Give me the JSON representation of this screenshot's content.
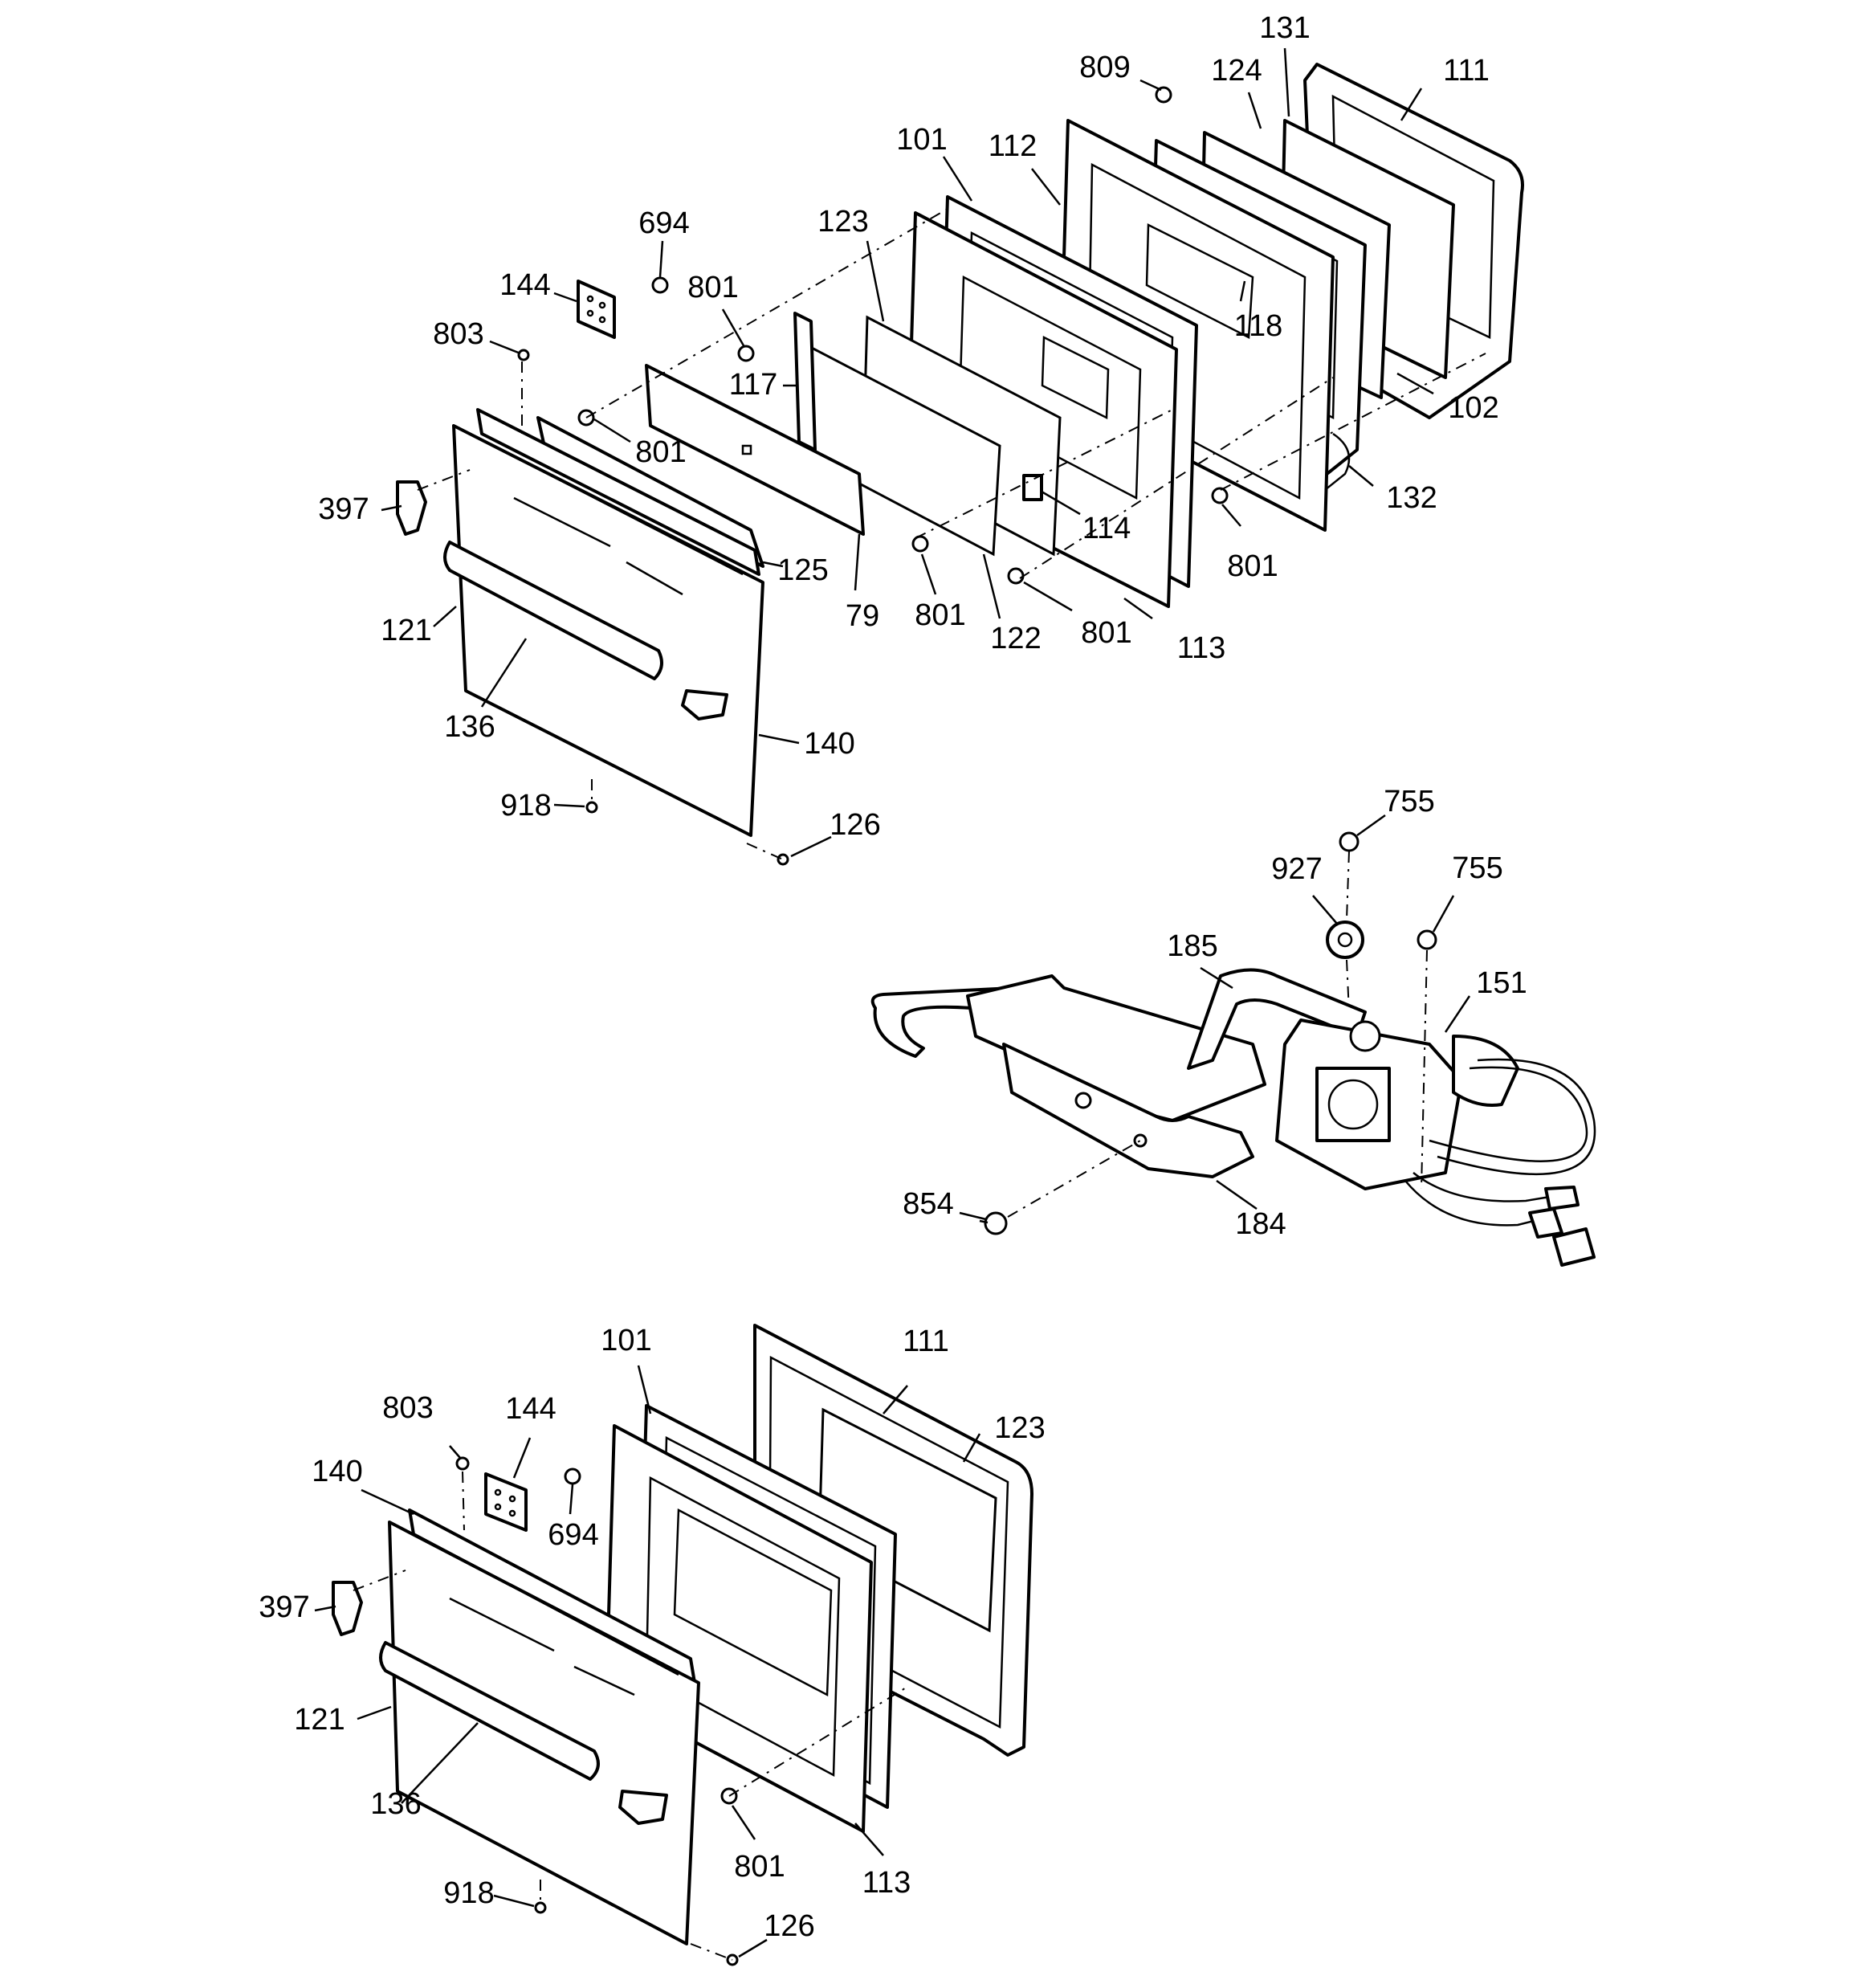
{
  "part_labels": {
    "upper_door": [
      "809",
      "131",
      "124",
      "111",
      "101",
      "112",
      "694",
      "123",
      "144",
      "801",
      "803",
      "118",
      "117",
      "801",
      "102",
      "397",
      "125",
      "114",
      "132",
      "801",
      "79",
      "801",
      "122",
      "801",
      "113",
      "121",
      "136",
      "140",
      "918",
      "126"
    ],
    "motor_assembly": [
      "755",
      "927",
      "755",
      "185",
      "151",
      "854",
      "184"
    ],
    "lower_door": [
      "101",
      "111",
      "803",
      "144",
      "123",
      "140",
      "694",
      "397",
      "121",
      "136",
      "801",
      "113",
      "918",
      "126"
    ]
  },
  "colors": {
    "line": "#000000",
    "background": "#ffffff"
  }
}
